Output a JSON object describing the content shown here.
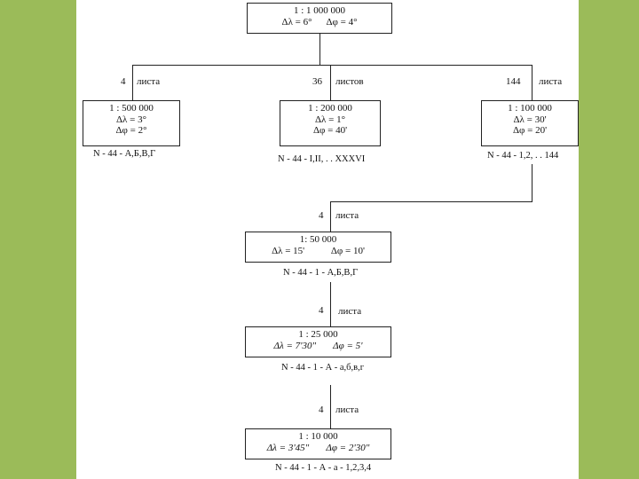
{
  "colors": {
    "side_panel": "#9bbb59",
    "background": "#ffffff",
    "line": "#222222"
  },
  "nodes": {
    "n1000": {
      "scale": "1 : 1 000 000",
      "dl": "Δλ = 6°",
      "df": "Δφ = 4°"
    },
    "n500": {
      "scale": "1 : 500 000",
      "dl": "Δλ = 3°",
      "df": "Δφ = 2°",
      "count_num": "4",
      "count_word": "листа",
      "code": "N - 44 - А,Б,В,Г"
    },
    "n200": {
      "scale": "1 : 200 000",
      "dl": "Δλ = 1°",
      "df": "Δφ = 40'",
      "count_num": "36",
      "count_word": "листов",
      "code": "N - 44 - I,II, . . XXXVI"
    },
    "n100": {
      "scale": "1 : 100 000",
      "dl": "Δλ = 30'",
      "df": "Δφ = 20'",
      "count_num": "144",
      "count_word": "листа",
      "code": "N - 44 - 1,2, . . 144"
    },
    "n50": {
      "scale": "1: 50 000",
      "dl": "Δλ = 15'",
      "df": "Δφ = 10'",
      "count_num": "4",
      "count_word": "листа",
      "code": "N - 44 - 1 - А,Б,В,Г"
    },
    "n25": {
      "scale": "1 : 25 000",
      "dl": "Δλ = 7'30\"",
      "df": "Δφ = 5'",
      "count_num": "4",
      "count_word": "листа",
      "code": "N - 44 - 1 - А - а,б,в,г"
    },
    "n10": {
      "scale": "1 : 10 000",
      "dl": "Δλ = 3'45\"",
      "df": "Δφ = 2'30\"",
      "count_num": "4",
      "count_word": "листа",
      "code": "N - 44 - 1 - А - а - 1,2,3,4"
    }
  }
}
